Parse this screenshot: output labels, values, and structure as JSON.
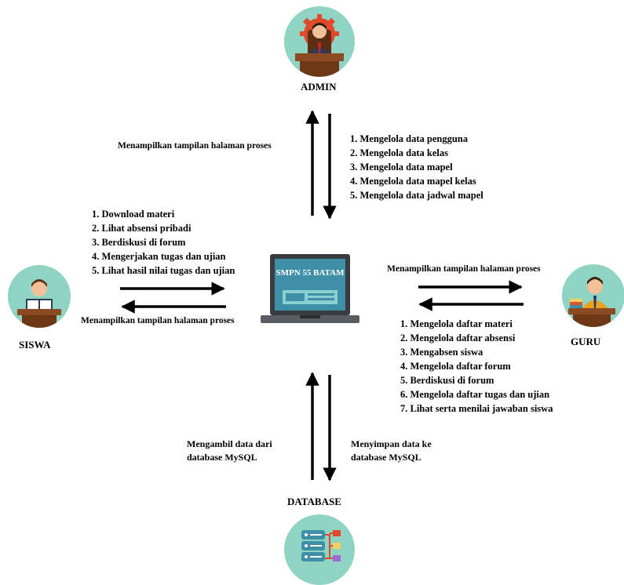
{
  "actors": {
    "admin": {
      "label": "ADMIN",
      "icon": "admin-icon"
    },
    "siswa": {
      "label": "SISWA",
      "icon": "student-icon"
    },
    "guru": {
      "label": "GURU",
      "icon": "teacher-icon"
    },
    "database": {
      "label": "DATABASE",
      "icon": "database-icon"
    }
  },
  "system": {
    "name": "SMPN 55 BATAM",
    "icon": "laptop-icon"
  },
  "admin_flow": {
    "response": "Menampilkan tampilan halaman proses",
    "actions": [
      "1. Mengelola data pengguna",
      "2. Mengelola data kelas",
      "3. Mengelola data mapel",
      "4. Mengelola data mapel kelas",
      "5. Mengelola data jadwal mapel"
    ]
  },
  "siswa_flow": {
    "actions": [
      "1. Download materi",
      "2. Lihat absensi pribadi",
      "3. Berdiskusi di forum",
      "4. Mengerjakan tugas dan ujian",
      "5. Lihat hasil nilai tugas dan ujian"
    ],
    "response": "Menampilkan tampilan halaman proses"
  },
  "guru_flow": {
    "response": "Menampilkan tampilan halaman proses",
    "actions": [
      "1. Mengelola daftar materi",
      "2. Mengelola daftar absensi",
      "3. Mengabsen siswa",
      "4. Mengelola daftar forum",
      "5. Berdiskusi di forum",
      "6. Mengelola daftar tugas dan ujian",
      "7. Lihat serta menilai jawaban siswa"
    ]
  },
  "database_flow": {
    "fetch_line1": "Mengambil data dari",
    "fetch_line2": "database MySQL",
    "store_line1": "Menyimpan data ke",
    "store_line2": "database MySQL"
  },
  "colors": {
    "circle_bg": "#8fd3c3",
    "screen_bg": "#3f8fa8",
    "screen_panel": "#8ccfd0",
    "laptop_body": "#3a3d40",
    "desk": "#8b4a22",
    "admin_gear": "#e04a2a",
    "guru_suit": "#e8a21c"
  }
}
